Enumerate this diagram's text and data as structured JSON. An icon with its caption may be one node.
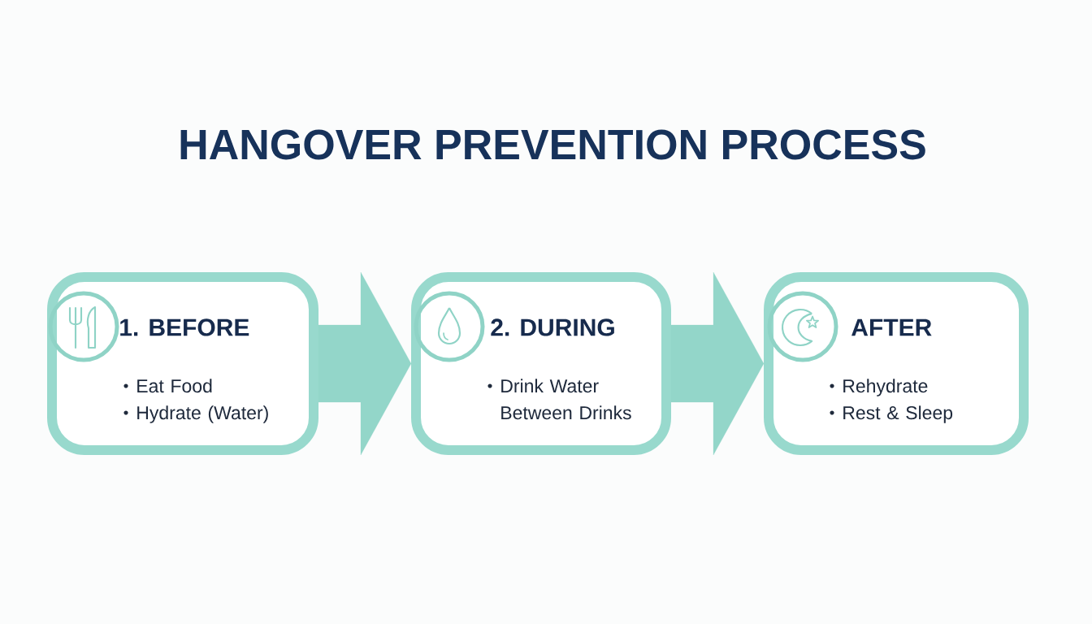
{
  "diagram": {
    "title": "HANGOVER PREVENTION PROCESS",
    "nodes": [
      {
        "text": [
          "1. BEFORE",
          "Eat Food",
          "Hydrate (Water)"
        ]
      },
      {
        "text": [
          "2. DURING",
          "Drink Water Between Drinks"
        ]
      },
      {
        "text": [
          "AFTER",
          "Rehydrate",
          "Rest & Sleep"
        ]
      }
    ],
    "edges": [
      {
        "from": 0,
        "to": 1,
        "arrow": "to"
      },
      {
        "from": 1,
        "to": 2,
        "arrow": "to"
      }
    ]
  }
}
